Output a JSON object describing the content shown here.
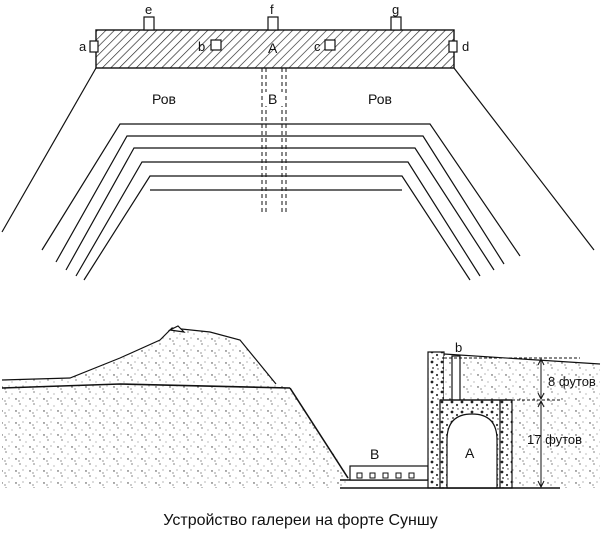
{
  "plan": {
    "labels": {
      "a": "a",
      "b": "b",
      "c": "c",
      "d": "d",
      "e": "e",
      "f": "f",
      "g": "g",
      "A": "A",
      "B": "B",
      "ditch_left": "Ров",
      "ditch_right": "Ров"
    }
  },
  "section": {
    "labels": {
      "B": "B",
      "A": "A",
      "b": "b",
      "dim_top": "8 футов",
      "dim_bottom": "17 футов"
    }
  },
  "caption": "Устройство галереи на форте Суншу",
  "colors": {
    "ink": "#111111",
    "paper": "#ffffff"
  }
}
